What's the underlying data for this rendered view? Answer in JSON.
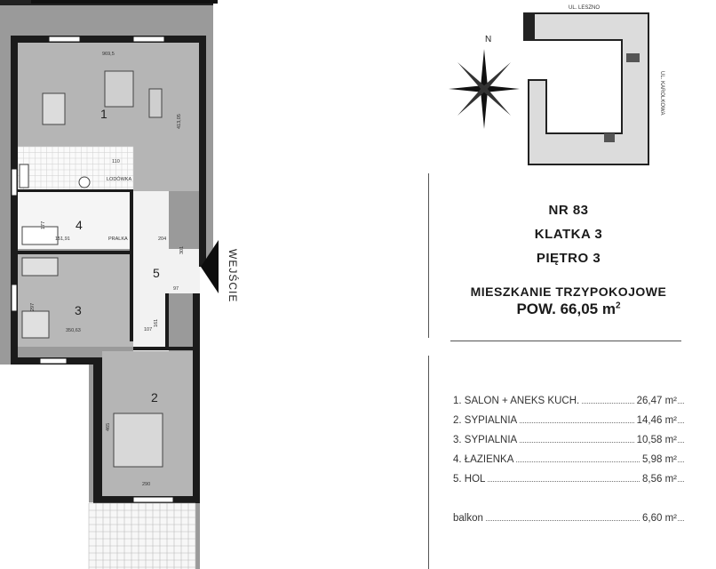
{
  "top_label": "NR 83",
  "klatka": "KLATKA 3",
  "pietro": "PIĘTRO 3",
  "type": "MIESZKANIE TRZYPOKOJOWE",
  "area_label": "POW. 66,05 m",
  "area_sup": "2",
  "entrance": "WEJŚCIE",
  "site": {
    "street_top": "UL. LESZNO",
    "street_right": "UL. KAROLKOWA",
    "north": "N"
  },
  "rooms": [
    {
      "label": "1. SALON + ANEKS KUCH.",
      "value": "26,47 m²"
    },
    {
      "label": "2. SYPIALNIA",
      "value": "14,46 m²"
    },
    {
      "label": "3. SYPIALNIA",
      "value": "10,58 m²"
    },
    {
      "label": "4. ŁAZIENKA",
      "value": "5,98 m²"
    },
    {
      "label": "5. HOL",
      "value": "8,56 m²"
    }
  ],
  "balkon": {
    "label": "balkon",
    "value": "6,60 m²"
  },
  "plan": {
    "room_numbers": [
      "1",
      "2",
      "3",
      "4",
      "5"
    ],
    "dims": [
      "969,5",
      "413,05",
      "204",
      "107",
      "161",
      "97",
      "350,63",
      "297",
      "151,91",
      "290",
      "465",
      "177",
      "110",
      "301"
    ],
    "fixtures": [
      "LODÓWKA",
      "PRALKA"
    ]
  }
}
